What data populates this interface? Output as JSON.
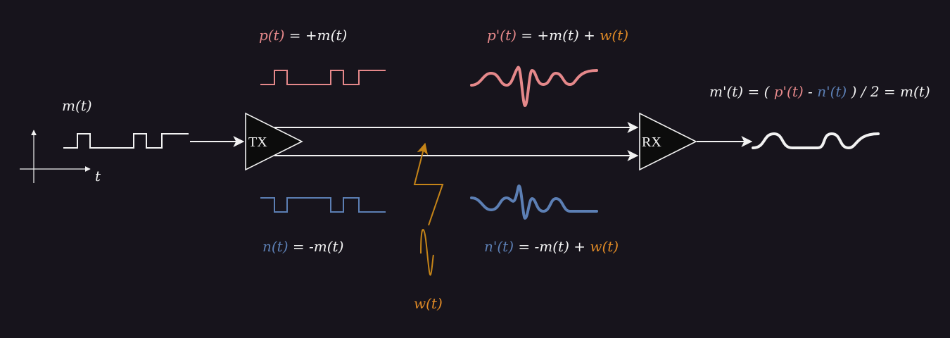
{
  "colors": {
    "background": "#17141c",
    "white": "#f2f2f2",
    "positive": "#e5888a",
    "negative": "#5c7fb4",
    "noise": "#c58418",
    "noise_label": "#e08a26",
    "amp_fill": "#0c0c0c"
  },
  "icons": {
    "axes": "coordinate-axes-icon",
    "bolt": "lightning-bolt-icon",
    "tx": "triangle-amplifier-icon",
    "rx": "triangle-amplifier-icon"
  },
  "labels": {
    "input": "m(t)",
    "time_axis": "t",
    "tx": "TX",
    "rx": "RX",
    "noise": "w(t)",
    "p_fn": "p(t)",
    "p_rhs": " = +m(t)",
    "n_fn": "n(t)",
    "n_rhs": " = -m(t)",
    "pp_fn": "p'(t)",
    "pp_rhs": " = +m(t) + ",
    "nn_fn": "n'(t)",
    "nn_rhs": " = -m(t) + ",
    "w_fn": "w(t)",
    "out_lhs": "m'(t) = ( ",
    "out_p": "p'(t)",
    "out_minus": " - ",
    "out_n": "n'(t)",
    "out_rhs": " ) / 2 = m(t)"
  }
}
